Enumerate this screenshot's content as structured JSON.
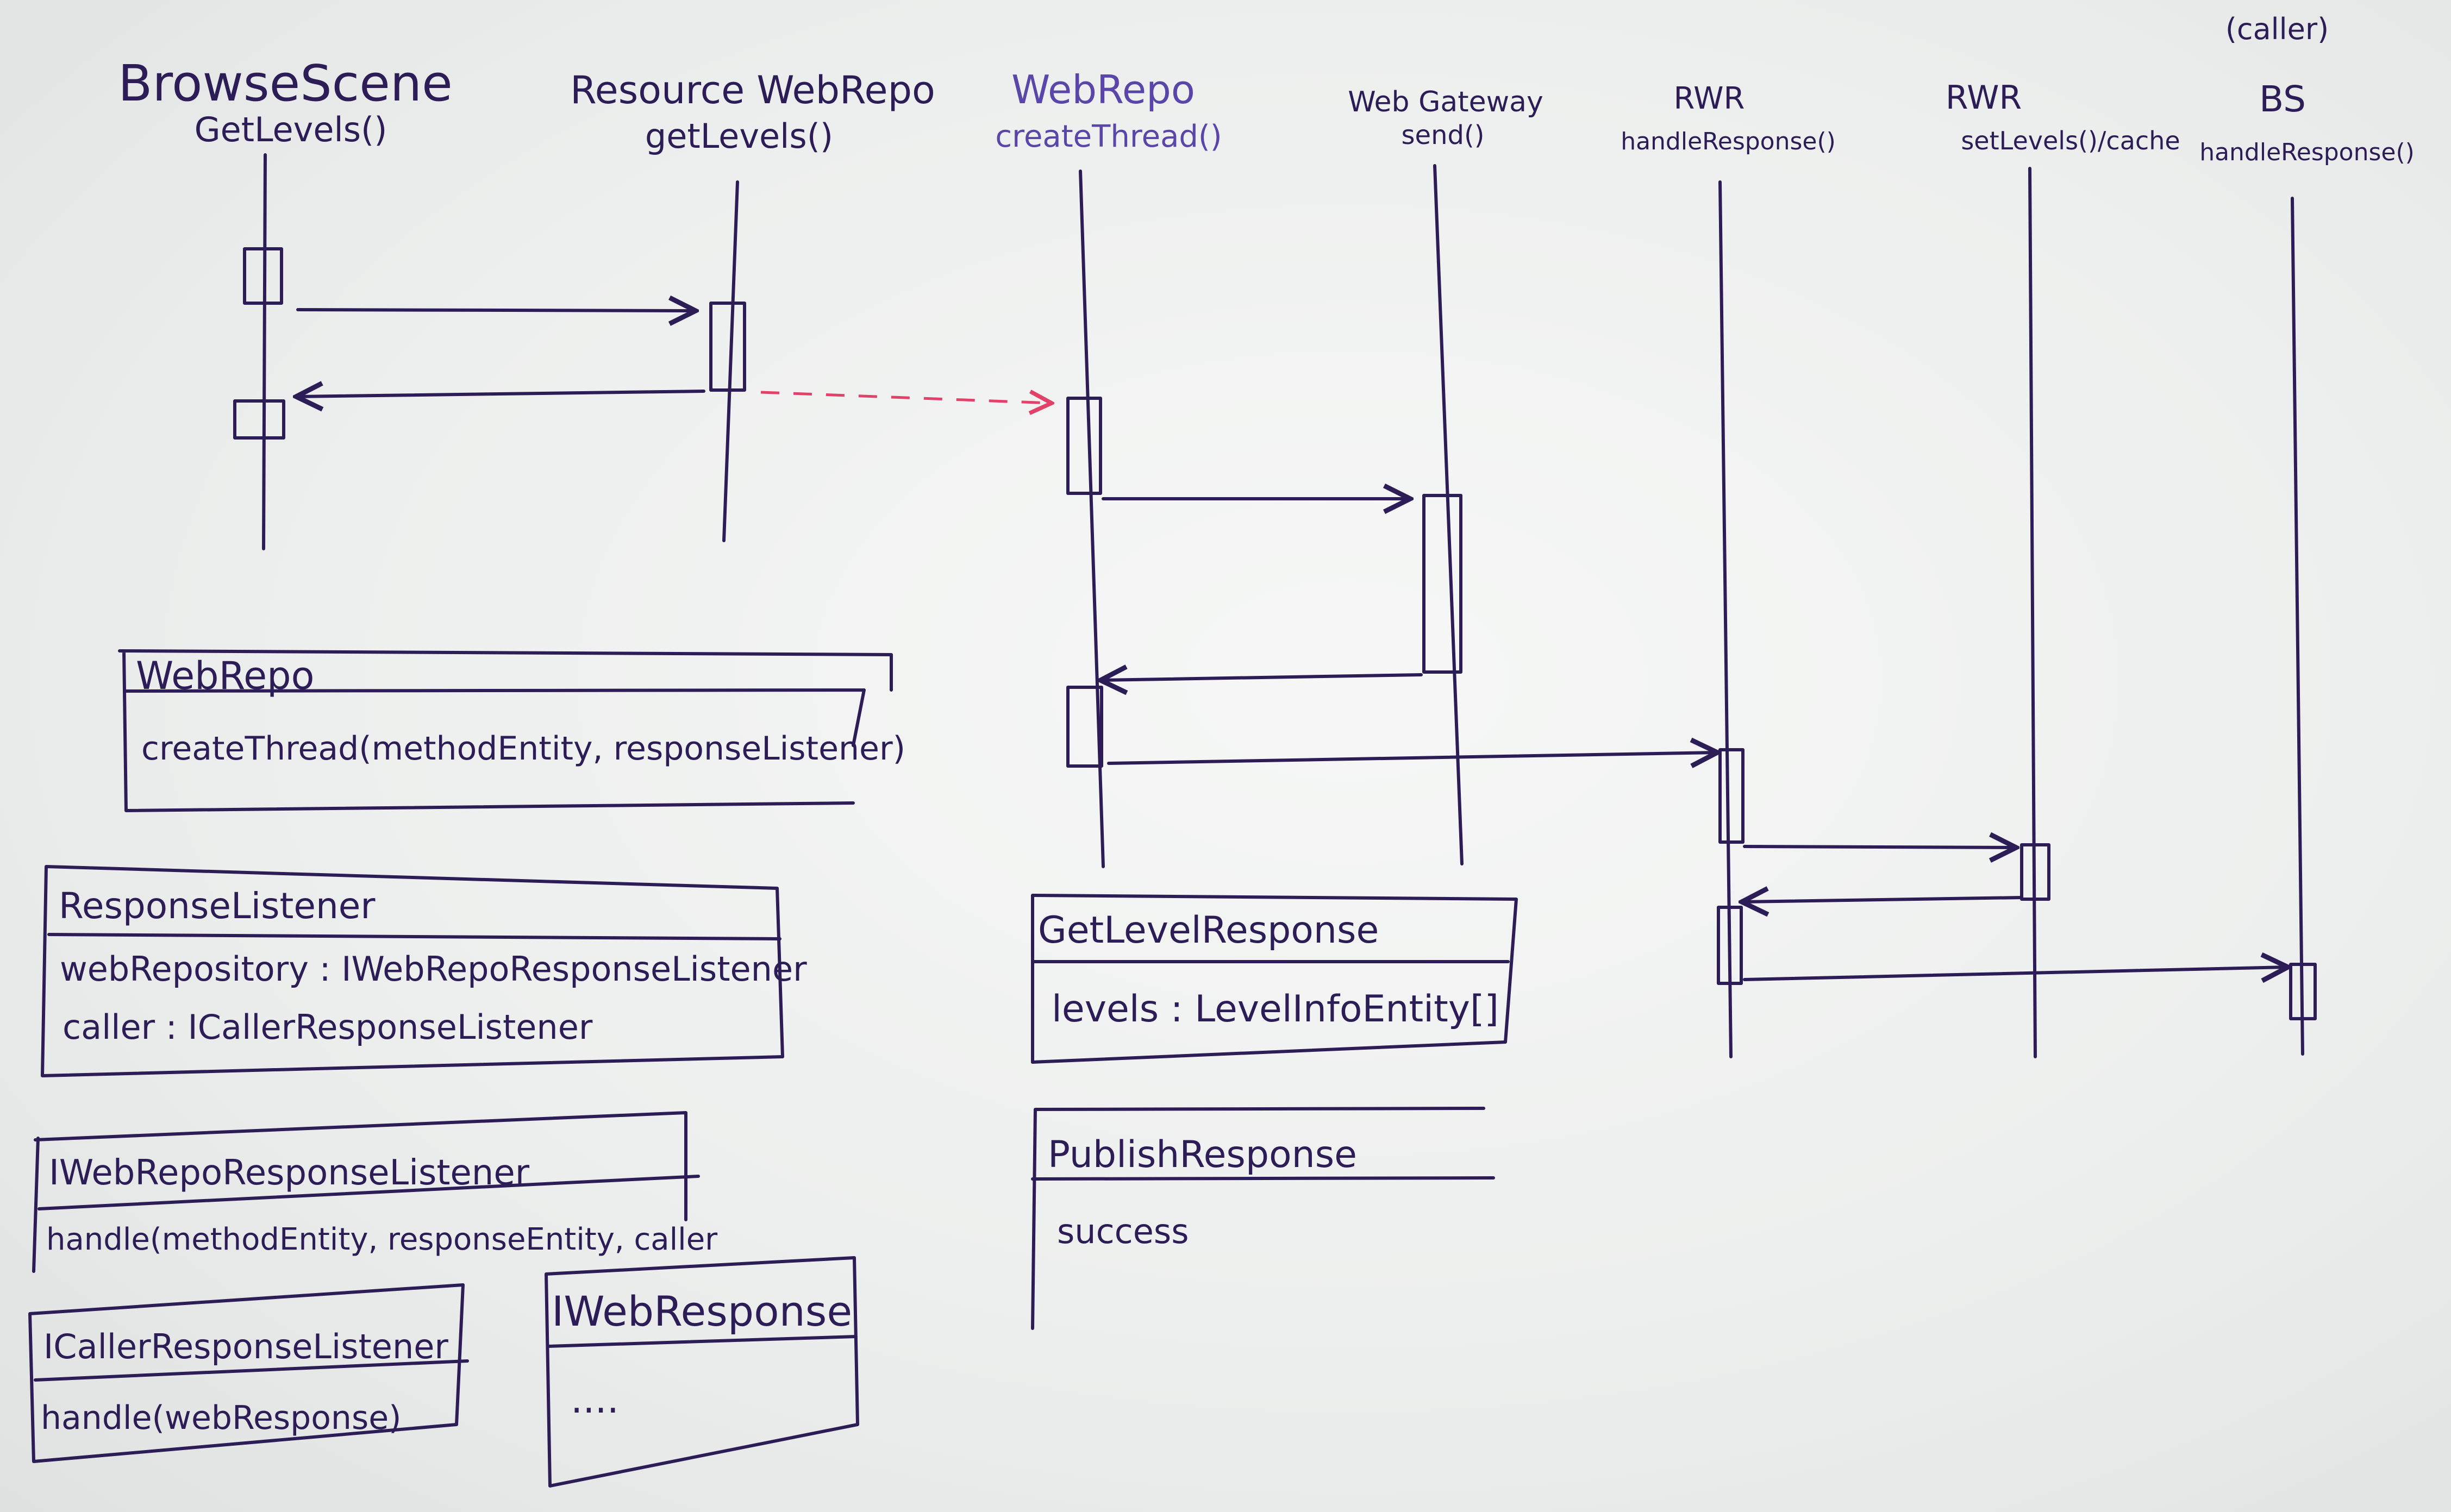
{
  "diagram": {
    "caller_note": "(caller)",
    "participants": [
      {
        "id": "bs1",
        "name": "BrowseScene",
        "method": "GetLevels()"
      },
      {
        "id": "rwr1",
        "name": "Resource WebRepo",
        "method": "getLevels()"
      },
      {
        "id": "wr",
        "name": "WebRepo",
        "method": "createThread()"
      },
      {
        "id": "wg",
        "name": "Web Gateway",
        "method": "send()"
      },
      {
        "id": "rwr2",
        "name": "RWR",
        "method": "handleResponse()"
      },
      {
        "id": "rwr3",
        "name": "RWR",
        "method": "setLevels()/cache"
      },
      {
        "id": "bs2",
        "name": "BS",
        "method": "handleResponse()"
      }
    ],
    "messages": [
      {
        "from": "bs1",
        "to": "rwr1",
        "kind": "call"
      },
      {
        "from": "rwr1",
        "to": "bs1",
        "kind": "return"
      },
      {
        "from": "rwr1",
        "to": "wr",
        "kind": "async"
      },
      {
        "from": "wr",
        "to": "wg",
        "kind": "call"
      },
      {
        "from": "wg",
        "to": "wr",
        "kind": "return"
      },
      {
        "from": "wr",
        "to": "rwr2",
        "kind": "call"
      },
      {
        "from": "rwr2",
        "to": "rwr3",
        "kind": "call"
      },
      {
        "from": "rwr3",
        "to": "rwr2",
        "kind": "return"
      },
      {
        "from": "rwr2",
        "to": "bs2",
        "kind": "call"
      }
    ],
    "classes": [
      {
        "id": "webrepo",
        "title": "WebRepo",
        "members": [
          "createThread(methodEntity, responseListener)"
        ]
      },
      {
        "id": "responselistener",
        "title": "ResponseListener",
        "members": [
          "webRepository : IWebRepoResponseListener",
          "caller : ICallerResponseListener"
        ]
      },
      {
        "id": "iwebreporesponselistener",
        "title": "IWebRepoResponseListener",
        "members": [
          "handle(methodEntity, responseEntity, caller"
        ]
      },
      {
        "id": "icallerresponselistener",
        "title": "ICallerResponseListener",
        "members": [
          "handle(webResponse)"
        ]
      },
      {
        "id": "iwebresponse",
        "title": "IWebResponse",
        "members": [
          "...."
        ]
      },
      {
        "id": "getlevelresponse",
        "title": "GetLevelResponse",
        "members": [
          "levels : LevelInfoEntity[]"
        ]
      },
      {
        "id": "publishresponse",
        "title": "PublishResponse",
        "members": [
          "success"
        ]
      }
    ]
  },
  "colors": {
    "ink": "#2d1d57",
    "ink_blue": "#5a46a8",
    "async_arrow": "#e2416a",
    "board": "#eef0ee"
  }
}
